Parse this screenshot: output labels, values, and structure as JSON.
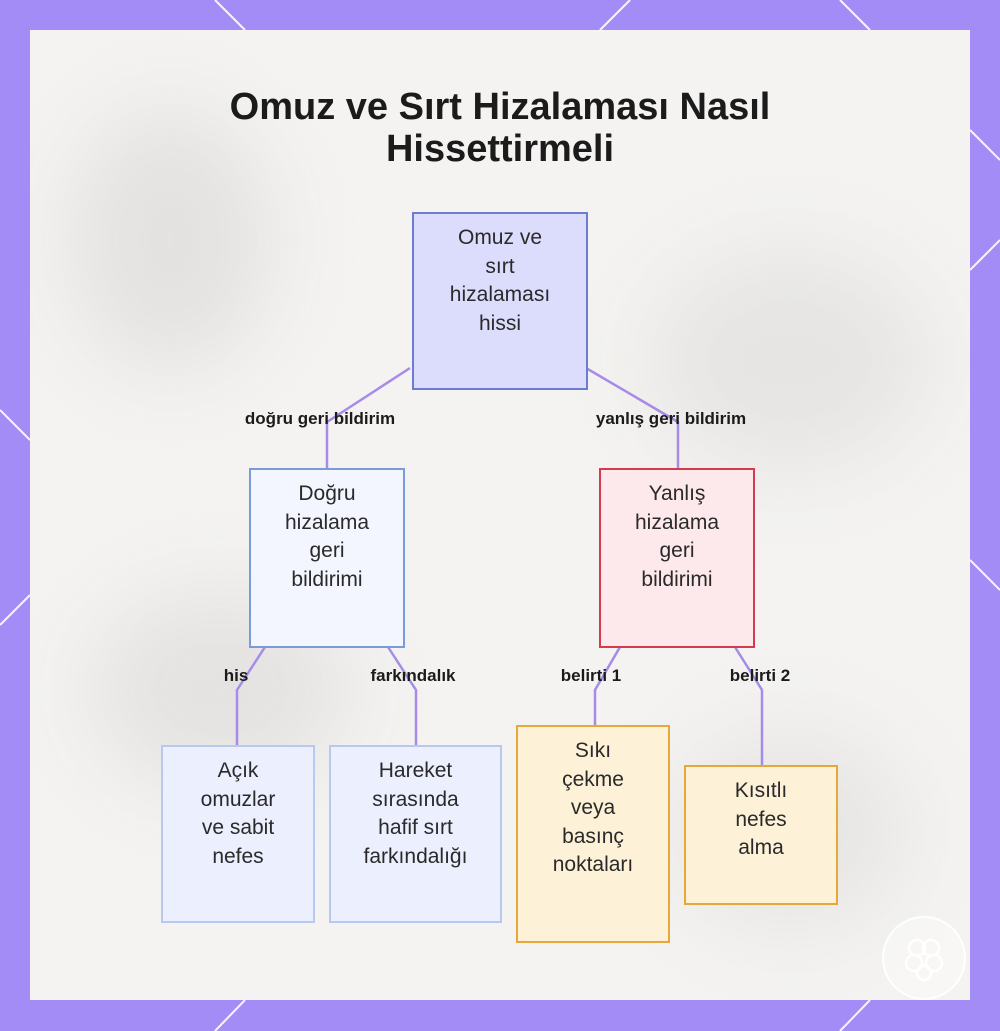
{
  "title_lines": [
    "Omuz ve Sırt Hizalaması Nasıl",
    "Hissettirmeli"
  ],
  "colors": {
    "frame": "#a48cf6",
    "edge": "#a78be8",
    "root_fill": "#dcdcfc",
    "root_border": "#6e7cd0",
    "good_fill": "#f4f6ff",
    "good_border": "#7a9ad8",
    "bad_fill": "#fde8ec",
    "bad_border": "#d63a4e",
    "leaf_good_fill": "#eceffe",
    "leaf_good_border": "#b8c8ee",
    "leaf_bad_fill": "#fdf1d8",
    "leaf_bad_border": "#e6a83a"
  },
  "nodes": {
    "root": {
      "lines": [
        "Omuz ve",
        "sırt",
        "hizalaması",
        "hissi"
      ]
    },
    "good": {
      "lines": [
        "Doğru",
        "hizalama",
        "geri",
        "bildirimi"
      ]
    },
    "bad": {
      "lines": [
        "Yanlış",
        "hizalama",
        "geri",
        "bildirimi"
      ]
    },
    "open_shoulders": {
      "lines": [
        "Açık",
        "omuzlar",
        "ve sabit",
        "nefes"
      ]
    },
    "back_awareness": {
      "lines": [
        "Hareket",
        "sırasında",
        "hafif sırt",
        "farkındalığı"
      ]
    },
    "tension_points": {
      "lines": [
        "Sıkı",
        "çekme",
        "veya",
        "basınç",
        "noktaları"
      ]
    },
    "restricted_breath": {
      "lines": [
        "Kısıtlı",
        "nefes",
        "alma"
      ]
    }
  },
  "edge_labels": {
    "root_good": "doğru geri bildirim",
    "root_bad": "yanlış geri bildirim",
    "good_open": "his",
    "good_aware": "farkındalık",
    "bad_tension": "belirti 1",
    "bad_breath": "belirti 2"
  },
  "logo_icon": "brain-logo-icon"
}
